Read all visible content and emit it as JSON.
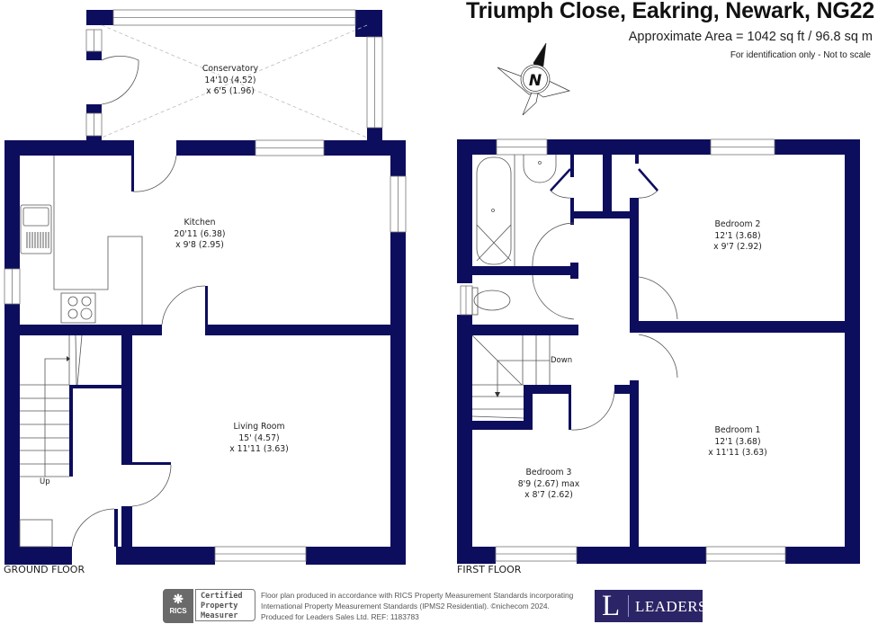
{
  "header": {
    "title": "Triumph Close, Eakring, Newark, NG22",
    "area": "Approximate Area = 1042 sq ft / 96.8 sq m",
    "disclaimer": "For identification only - Not to scale"
  },
  "compass": {
    "icon": "north-arrow-compass-icon",
    "letter": "N"
  },
  "colors": {
    "wall": "#0d0d5e",
    "line": "#555555",
    "brand": "#2b2466"
  },
  "ground_floor": {
    "label": "GROUND FLOOR",
    "stairs_label": "Up",
    "rooms": [
      {
        "name": "Conservatory",
        "dim1": "14'10 (4.52)",
        "dim2": "x 6'5 (1.96)"
      },
      {
        "name": "Kitchen",
        "dim1": "20'11 (6.38)",
        "dim2": "x 9'8 (2.95)"
      },
      {
        "name": "Living Room",
        "dim1": "15' (4.57)",
        "dim2": "x 11'11 (3.63)"
      }
    ]
  },
  "first_floor": {
    "label": "FIRST FLOOR",
    "stairs_label": "Down",
    "rooms": [
      {
        "name": "Bedroom 2",
        "dim1": "12'1 (3.68)",
        "dim2": "x 9'7 (2.92)"
      },
      {
        "name": "Bedroom 1",
        "dim1": "12'1 (3.68)",
        "dim2": "x 11'11 (3.63)"
      },
      {
        "name": "Bedroom 3",
        "dim1": "8'9 (2.67) max",
        "dim2": "x 8'7 (2.62)"
      }
    ]
  },
  "footer": {
    "rics_abbrev": "RICS",
    "rics_badge_line1": "Certified",
    "rics_badge_line2": "Property",
    "rics_badge_line3": "Measurer",
    "note_line1": "Floor plan produced in accordance with RICS Property Measurement Standards incorporating",
    "note_line2": "International Property Measurement Standards (IPMS2 Residential).   ©nichecom 2024.",
    "note_line3": "Produced for Leaders Sales Ltd.   REF:  1183783",
    "brand_initial": "L",
    "brand_name": "LEADERS"
  }
}
